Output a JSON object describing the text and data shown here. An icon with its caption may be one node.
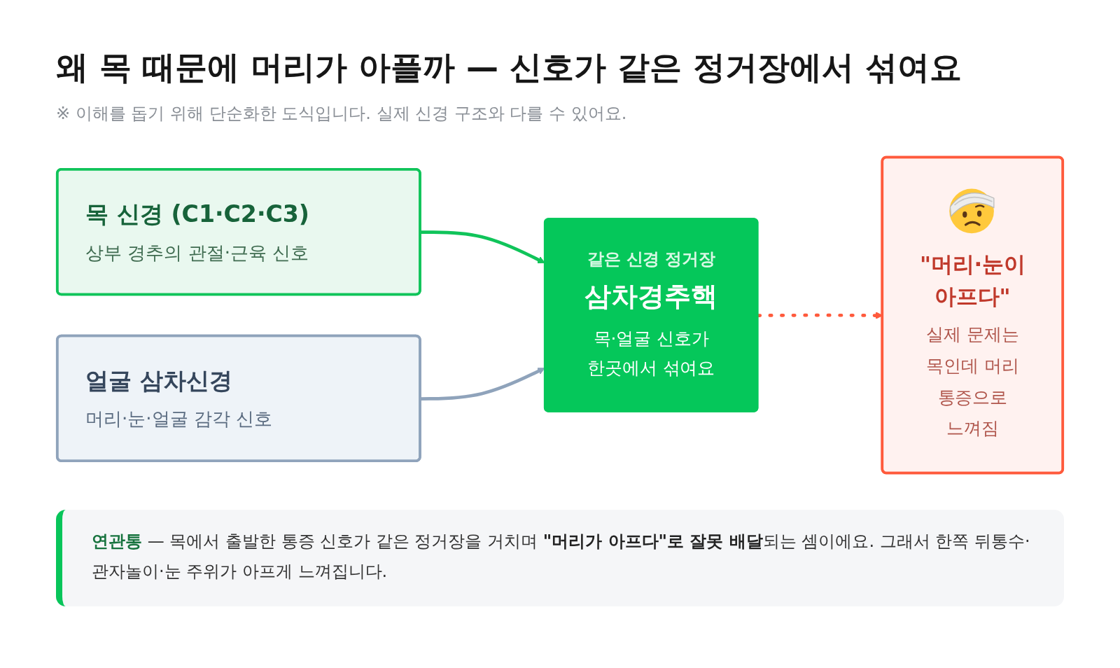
{
  "diagram": {
    "title": "왜 목 때문에 머리가 아플까 — 신호가 같은 정거장에서 섞여요",
    "nodes": [
      {
        "text": [
          "목 신경 (C1·C2·C3)",
          "상부 경추의 관절·근육 신호"
        ]
      },
      {
        "text": [
          "얼굴 삼차신경",
          "머리·눈·얼굴 감각 신호"
        ]
      },
      {
        "text": [
          "같은 신경 정거장",
          "삼차경추핵",
          "목·얼굴 신호가 한곳에서 섞여요"
        ]
      },
      {
        "text": [
          "\"머리·눈이 아프다\"",
          "실제 문제는 목인데 머리 통증으로 느껴짐"
        ]
      }
    ],
    "edges": [
      {
        "from": 0,
        "to": 2,
        "arrow": "to",
        "color": "#10c45a"
      },
      {
        "from": 1,
        "to": 2,
        "arrow": "to",
        "color": "#8fa3bb"
      },
      {
        "from": 2,
        "to": 3,
        "arrow": "to",
        "style": "dashed",
        "color": "#ff5a3c"
      }
    ],
    "labels": [
      "※ 이해를 돕기 위해 단순화한 도식입니다. 실제 신경 구조와 다를 수 있어요.",
      "**연관통** — 목에서 출발한 통증 신호가 같은 정거장을 거치며 **\"머리가 아프다\"로 잘못 배달**되는 셈이에요. 그래서 한쪽 뒤통수·관자놀이·눈 주위가 아프게 느껴집니다."
    ]
  }
}
